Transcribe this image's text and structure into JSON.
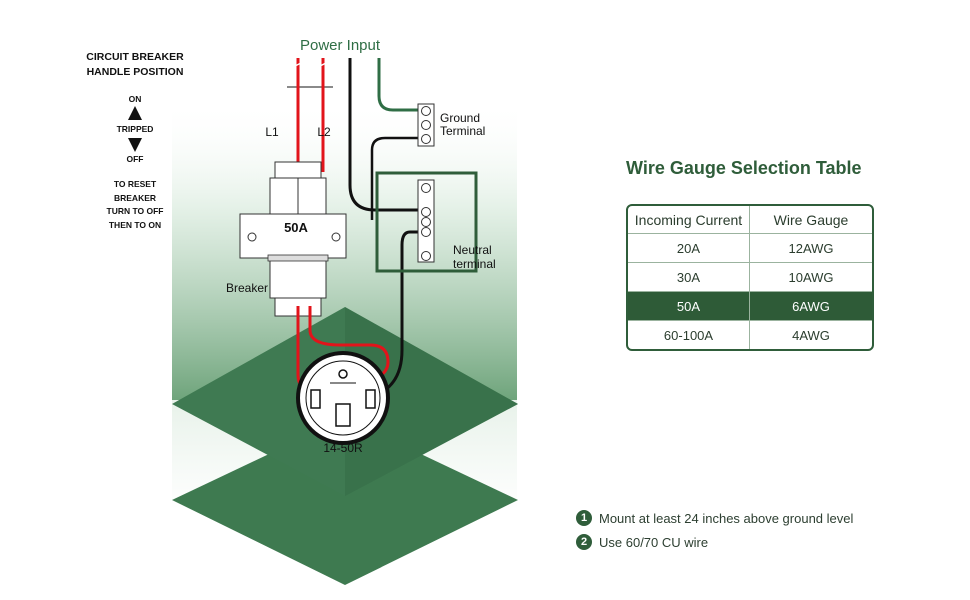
{
  "diagram": {
    "power_input": "Power Input",
    "l1": "L1",
    "l2": "L2",
    "breaker_rating": "50A",
    "breaker_label": "Breaker",
    "ground_terminal_line1": "Ground",
    "ground_terminal_line2": "Terminal",
    "neutral_terminal_line1": "Neutral",
    "neutral_terminal_line2": "terminal",
    "receptacle_label": "14-50R",
    "colors": {
      "hot_wire": "#e2141b",
      "neutral_wire": "#111111",
      "ground_wire": "#2f6e45",
      "platform": "#3f7a52",
      "accent": "#2f5d3a"
    }
  },
  "breaker_legend": {
    "heading_line1": "CIRCUIT BREAKER",
    "heading_line2": "HANDLE POSITION",
    "on": "ON",
    "tripped": "TRIPPED",
    "off": "OFF",
    "reset_line1": "TO RESET",
    "reset_line2": "BREAKER",
    "reset_line3": "TURN TO OFF",
    "reset_line4": "THEN TO ON"
  },
  "wire_table": {
    "title": "Wire Gauge Selection Table",
    "headers": [
      "Incoming Current",
      "Wire Gauge"
    ],
    "rows": [
      [
        "20A",
        "12AWG"
      ],
      [
        "30A",
        "10AWG"
      ],
      [
        "50A",
        "6AWG"
      ],
      [
        "60-100A",
        "4AWG"
      ]
    ],
    "highlighted_row": "50A"
  },
  "notes": [
    {
      "number": "1",
      "text": "Mount at least 24 inches above ground level"
    },
    {
      "number": "2",
      "text": "Use 60/70 CU wire"
    }
  ]
}
